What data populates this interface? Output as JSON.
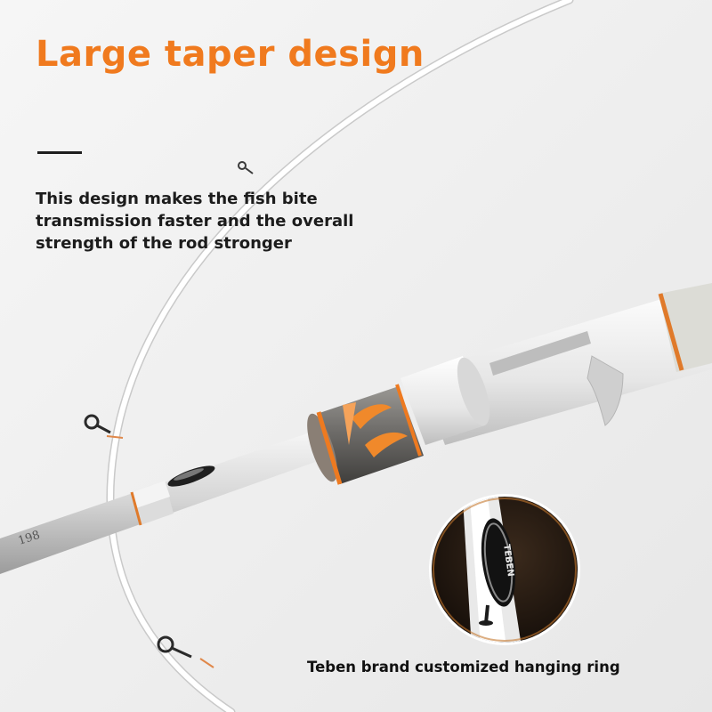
{
  "headline": "Large taper design",
  "description": "This design makes the fish bite transmission faster and the overall strength of the rod stronger",
  "callout_caption": "Teben brand customized hanging ring",
  "rod_marking": "198",
  "brand_mark": "TEBEN",
  "colors": {
    "accent_orange": "#f07a1e",
    "text_dark": "#1c1c1c",
    "rod_white": "#eeeeee",
    "reel_seat_grey": "#6f6d6a",
    "background": "#f2f2f2"
  }
}
